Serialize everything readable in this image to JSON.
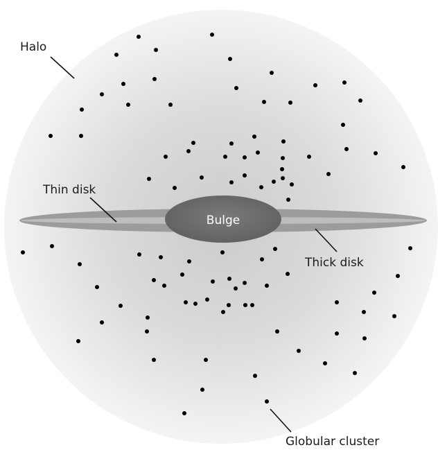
{
  "labels": {
    "halo": "Halo",
    "thin_disk": "Thin disk",
    "bulge": "Bulge",
    "thick_disk": "Thick disk",
    "globular_cluster": "Globular cluster"
  },
  "colors": {
    "halo_center": "#cfcfcf",
    "halo_edge": "#f3f3f3",
    "thick_disk": "#9a9a9a",
    "thin_disk": "#b8b8b8",
    "bulge": "#6f6f6f",
    "cluster_dot": "#000000",
    "text": "#1a1a1a"
  }
}
